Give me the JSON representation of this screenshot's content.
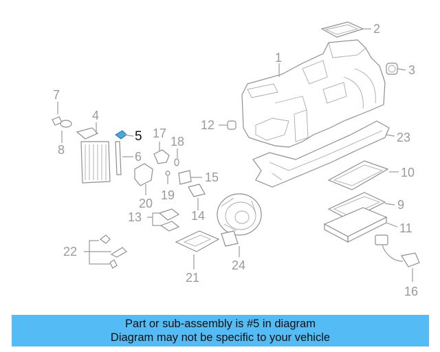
{
  "callouts": [
    {
      "id": "c1",
      "text": "1"
    },
    {
      "id": "c2",
      "text": "2"
    },
    {
      "id": "c3",
      "text": "3"
    },
    {
      "id": "c4",
      "text": "4"
    },
    {
      "id": "c5",
      "text": "5"
    },
    {
      "id": "c6",
      "text": "6"
    },
    {
      "id": "c7",
      "text": "7"
    },
    {
      "id": "c8",
      "text": "8"
    },
    {
      "id": "c9",
      "text": "9"
    },
    {
      "id": "c10",
      "text": "10"
    },
    {
      "id": "c11",
      "text": "11"
    },
    {
      "id": "c12",
      "text": "12"
    },
    {
      "id": "c13",
      "text": "13"
    },
    {
      "id": "c14",
      "text": "14"
    },
    {
      "id": "c15",
      "text": "15"
    },
    {
      "id": "c16",
      "text": "16"
    },
    {
      "id": "c17",
      "text": "17"
    },
    {
      "id": "c18",
      "text": "18"
    },
    {
      "id": "c19",
      "text": "19"
    },
    {
      "id": "c20",
      "text": "20"
    },
    {
      "id": "c21",
      "text": "21"
    },
    {
      "id": "c22",
      "text": "22"
    },
    {
      "id": "c23",
      "text": "23"
    },
    {
      "id": "c24",
      "text": "24"
    }
  ],
  "highlight_color": "#4aa8d8",
  "banner": {
    "line1": "Part or sub-assembly is #5 in diagram",
    "line2": "Diagram may not be specific to your vehicle",
    "background": "#55bbf5"
  }
}
